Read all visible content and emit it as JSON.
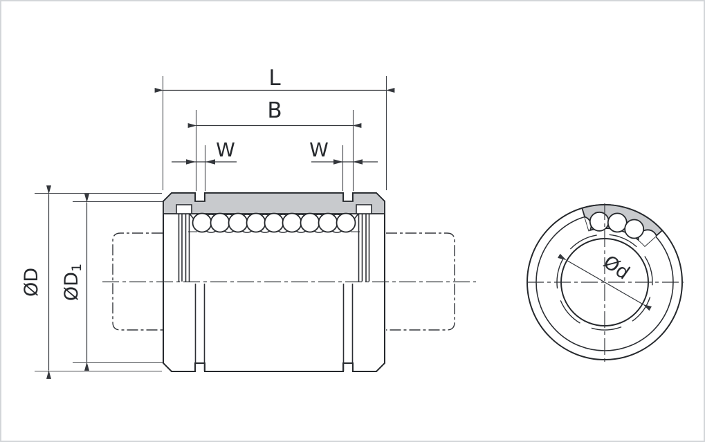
{
  "colors": {
    "background": "#ffffff",
    "frame_border": "#d3d6d9",
    "line": "#25282c",
    "dimension_line": "#34373c",
    "section_fill": "#c8cacd"
  },
  "views": {
    "side_section": {
      "description_labels": {
        "length": "L",
        "between_grooves": "B",
        "groove_width_left": "W",
        "groove_width_right": "W",
        "outer_diameter": "ØD",
        "inner_diameter_main": "ØD",
        "inner_diameter_sub": "1"
      }
    },
    "end_view": {
      "description_labels": {
        "bore_diameter": "Ød"
      }
    }
  },
  "labels": {
    "length": "L",
    "between_grooves": "B",
    "groove_width_left": "W",
    "groove_width_right": "W",
    "outer_diameter": "ØD",
    "inner_diameter_main": "ØD",
    "inner_diameter_sub": "1",
    "bore_diameter": "Ød"
  }
}
